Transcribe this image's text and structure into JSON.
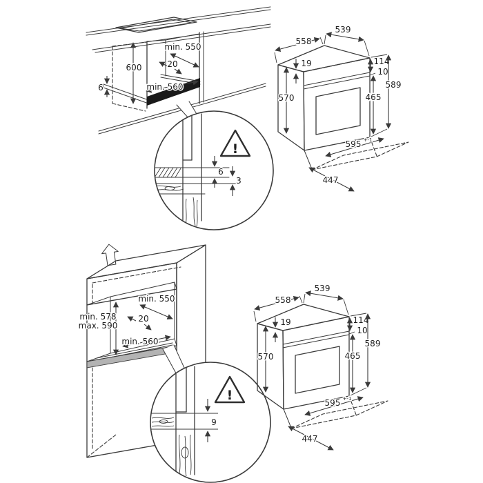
{
  "colors": {
    "line": "#3a3a3a",
    "background": "#ffffff",
    "plinth": "#1a1a1a",
    "shelf_band": "#b3b3b3"
  },
  "top_install": {
    "height": "600",
    "depth": "min. 550",
    "rail_offset": "20",
    "width": "min. 560",
    "flange": "6",
    "detail": {
      "flange": "6",
      "gap": "3",
      "warn": "!"
    }
  },
  "bottom_install": {
    "depth": "min. 550",
    "rail_offset": "20",
    "height_min": "min. 578",
    "height_max": "max. 590",
    "width": "min. 560",
    "detail": {
      "thickness": "9",
      "warn": "!"
    }
  },
  "oven": {
    "width_back": "539",
    "depth_top": "558",
    "top_gap": "19",
    "panel_height": "114",
    "panel_gap": "10",
    "total_height": "589",
    "body_height": "570",
    "door_height": "465",
    "front_width": "595",
    "front_width_tol": "+-1",
    "base_depth": "447"
  }
}
